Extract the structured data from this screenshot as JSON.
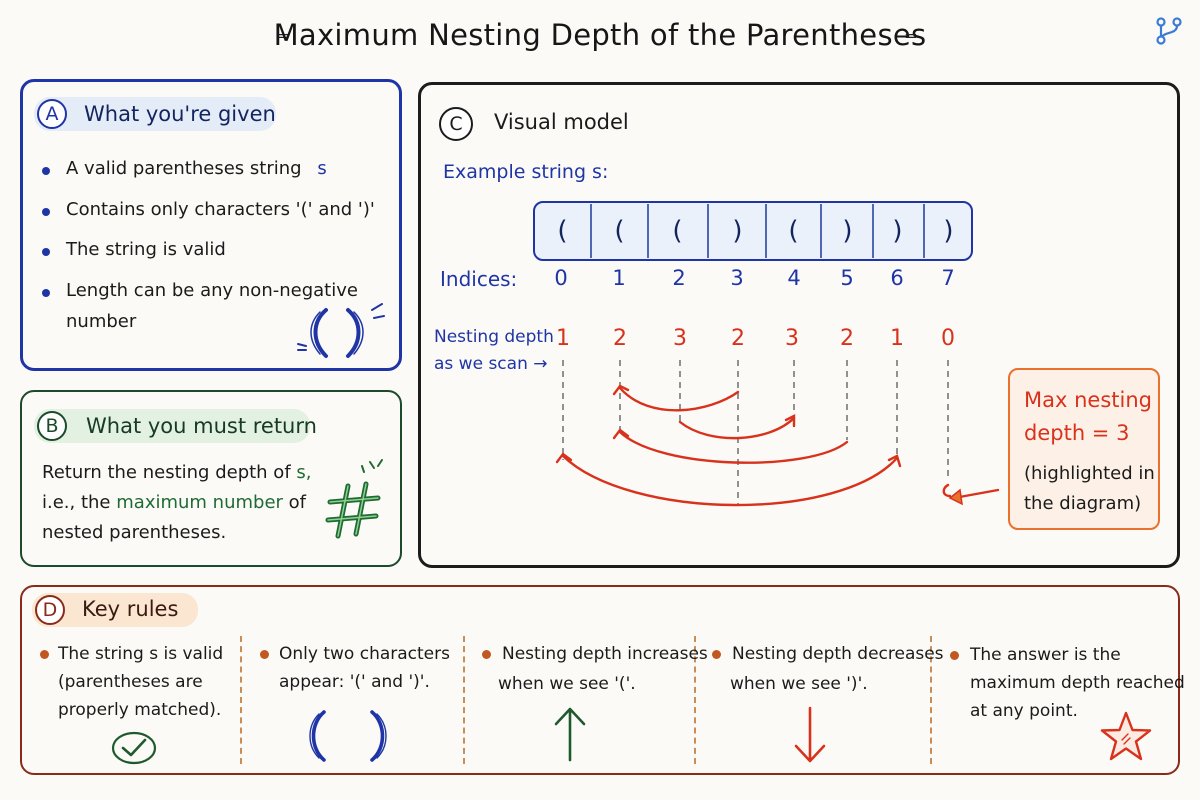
{
  "title": "Maximum Nesting Depth of the Parentheses",
  "panel_a": {
    "badge": "A",
    "heading": "What you're given",
    "bullets": [
      {
        "text": "A valid parentheses string",
        "code": "s"
      },
      {
        "text": "Contains only characters '(' and ')'"
      },
      {
        "text": "The string is valid"
      },
      {
        "line1": "Length can be any non-negative",
        "line2": "number"
      }
    ]
  },
  "panel_b": {
    "badge": "B",
    "heading": "What you must return",
    "line1_pre": "Return the nesting depth of",
    "line1_code": "s,",
    "line2_pre": "i.e., the",
    "line2_hl": "maximum number",
    "line2_post": "of",
    "line3": "nested parentheses."
  },
  "panel_c": {
    "badge": "C",
    "heading": "Visual model",
    "example_label": "Example string s:",
    "chars": [
      "(",
      "(",
      "(",
      ")",
      "(",
      ")",
      ")",
      ")"
    ],
    "indices_label": "Indices:",
    "indices": [
      "0",
      "1",
      "2",
      "3",
      "4",
      "5",
      "6",
      "7"
    ],
    "depth_label_line1": "Nesting depth",
    "depth_label_line2": "as we scan →",
    "depths": [
      "1",
      "2",
      "3",
      "2",
      "3",
      "2",
      "1",
      "0"
    ],
    "max_box": {
      "line1": "Max nesting",
      "line2": "depth = 3",
      "line3": "(highlighted in",
      "line4": "the diagram)"
    }
  },
  "panel_d": {
    "badge": "D",
    "heading": "Key rules",
    "rules": [
      {
        "line1": "The string s is valid",
        "line2": "(parentheses are",
        "line3": "properly matched).",
        "icon": "check-icon"
      },
      {
        "line1": "Only two characters",
        "line2": "appear: '(' and ')'.",
        "icon": "parentheses-icon"
      },
      {
        "line1": "Nesting depth increases",
        "line2": "when we see '('.",
        "icon": "arrow-up-icon"
      },
      {
        "line1": "Nesting depth decreases",
        "line2": "when we see ')'.",
        "icon": "arrow-down-icon"
      },
      {
        "line1": "The answer is the",
        "line2": "maximum depth reached",
        "line3": "at any point.",
        "icon": "star-icon"
      }
    ]
  },
  "colors": {
    "blue": "#1f35a6",
    "green": "#1d4a2a",
    "red": "#d8321c",
    "orange": "#e8722d",
    "brown": "#8a2b1a"
  }
}
